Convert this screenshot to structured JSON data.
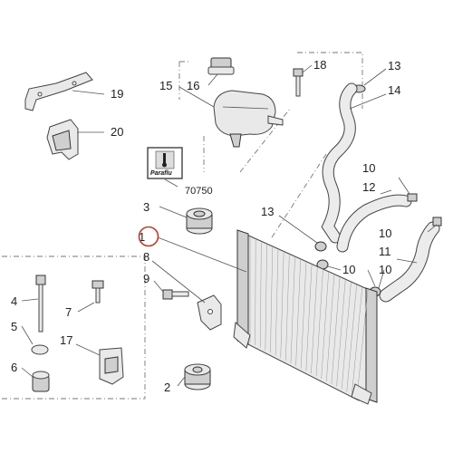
{
  "labels": {
    "c1": "1",
    "c2": "2",
    "c3": "3",
    "c4": "4",
    "c5": "5",
    "c6": "6",
    "c7": "7",
    "c8": "8",
    "c9": "9",
    "c10a": "10",
    "c10b": "10",
    "c10c": "10",
    "c10d": "10",
    "c11": "11",
    "c12": "12",
    "c13a": "13",
    "c13b": "13",
    "c14": "14",
    "c15": "15",
    "c16": "16",
    "c17": "17",
    "c18": "18",
    "c19": "19",
    "c20": "20"
  },
  "fluid_box": {
    "brand": "Paraflu",
    "code": "70750"
  },
  "colors": {
    "highlight_circle": "#c0392b",
    "line": "#555555"
  }
}
